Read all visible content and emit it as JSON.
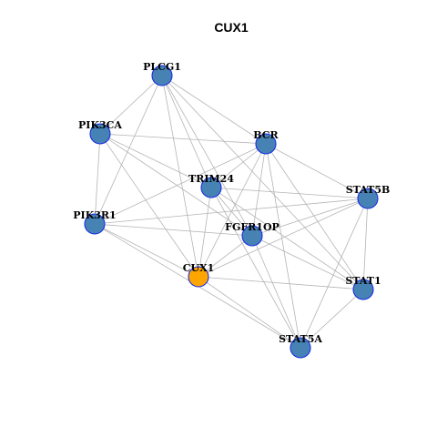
{
  "title": "CUX1",
  "colors": {
    "default_node": "#4682b4",
    "highlight_node": "#ffa500",
    "node_border": "#1a2ee6",
    "edge": "#b4b4b4"
  },
  "nodes": [
    {
      "id": "PLCG1",
      "label": "PLCG1",
      "highlight": false
    },
    {
      "id": "PIK3CA",
      "label": "PIK3CA",
      "highlight": false
    },
    {
      "id": "BCR",
      "label": "BCR",
      "highlight": false
    },
    {
      "id": "TRIM24",
      "label": "TRIM24",
      "highlight": false
    },
    {
      "id": "STAT5B",
      "label": "STAT5B",
      "highlight": false
    },
    {
      "id": "PIK3R1",
      "label": "PIK3R1",
      "highlight": false
    },
    {
      "id": "FGFR1OP",
      "label": "FGFR1OP",
      "highlight": false
    },
    {
      "id": "CUX1",
      "label": "CUX1",
      "highlight": true
    },
    {
      "id": "STAT1",
      "label": "STAT1",
      "highlight": false
    },
    {
      "id": "STAT5A",
      "label": "STAT5A",
      "highlight": false
    }
  ],
  "edges": [
    [
      "PLCG1",
      "PIK3CA"
    ],
    [
      "PLCG1",
      "BCR"
    ],
    [
      "PLCG1",
      "TRIM24"
    ],
    [
      "PLCG1",
      "FGFR1OP"
    ],
    [
      "PLCG1",
      "CUX1"
    ],
    [
      "PLCG1",
      "PIK3R1"
    ],
    [
      "PLCG1",
      "STAT1"
    ],
    [
      "PIK3CA",
      "PIK3R1"
    ],
    [
      "PIK3CA",
      "BCR"
    ],
    [
      "PIK3CA",
      "CUX1"
    ],
    [
      "PIK3CA",
      "TRIM24"
    ],
    [
      "PIK3CA",
      "FGFR1OP"
    ],
    [
      "BCR",
      "TRIM24"
    ],
    [
      "BCR",
      "PIK3R1"
    ],
    [
      "BCR",
      "STAT5B"
    ],
    [
      "BCR",
      "FGFR1OP"
    ],
    [
      "BCR",
      "CUX1"
    ],
    [
      "BCR",
      "STAT1"
    ],
    [
      "BCR",
      "STAT5A"
    ],
    [
      "TRIM24",
      "STAT5B"
    ],
    [
      "TRIM24",
      "FGFR1OP"
    ],
    [
      "TRIM24",
      "STAT1"
    ],
    [
      "TRIM24",
      "STAT5A"
    ],
    [
      "TRIM24",
      "CUX1"
    ],
    [
      "STAT5B",
      "PIK3R1"
    ],
    [
      "STAT5B",
      "FGFR1OP"
    ],
    [
      "STAT5B",
      "CUX1"
    ],
    [
      "STAT5B",
      "STAT1"
    ],
    [
      "STAT5B",
      "STAT5A"
    ],
    [
      "PIK3R1",
      "FGFR1OP"
    ],
    [
      "PIK3R1",
      "CUX1"
    ],
    [
      "PIK3R1",
      "STAT5A"
    ],
    [
      "FGFR1OP",
      "CUX1"
    ],
    [
      "FGFR1OP",
      "STAT1"
    ],
    [
      "FGFR1OP",
      "STAT5A"
    ],
    [
      "CUX1",
      "STAT1"
    ],
    [
      "CUX1",
      "STAT5A"
    ],
    [
      "STAT1",
      "STAT5A"
    ]
  ]
}
